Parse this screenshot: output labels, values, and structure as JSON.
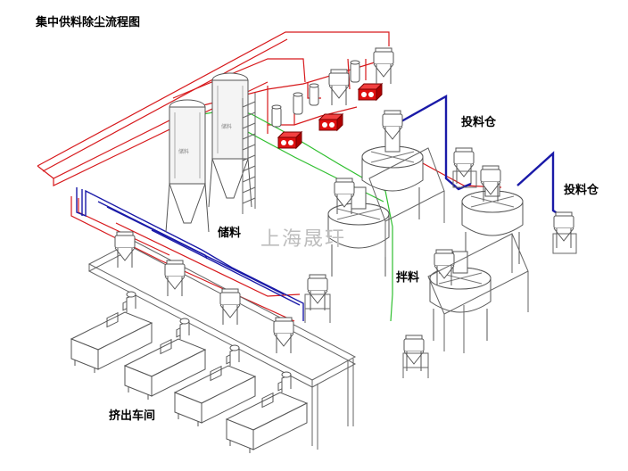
{
  "title": "集中供料除尘流程图",
  "labels": {
    "storage": "储料",
    "mixing": "拌料",
    "feed_bin_1": "投料仓",
    "feed_bin_2": "投料仓",
    "extrusion_workshop": "挤出车间"
  },
  "watermark": "上海晟玕",
  "colors": {
    "vacuum_line": "#d7191c",
    "feed_line": "#1a1aa8",
    "green_line": "#2fbf2f",
    "blower": "#e01010",
    "equipment": "#555555"
  }
}
